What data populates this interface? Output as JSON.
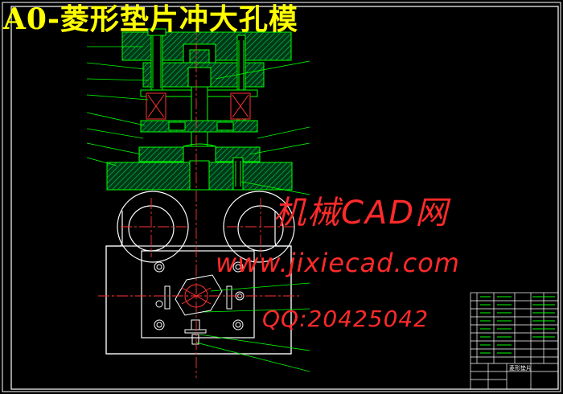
{
  "title": "A0-菱形垫片冲大孔模",
  "watermark": {
    "site_name": "机械CAD网",
    "url": "www.jixiecad.com",
    "qq": "QQ:20425042"
  },
  "title_block": {
    "drawing_name": "菱形垫片"
  },
  "colors": {
    "background": "#000000",
    "frame": "#ffffff",
    "outline": "#00ff00",
    "hatch": "#00cc66",
    "centerline": "#ff3333",
    "leader": "#00ff00",
    "title_text": "#ffff00",
    "watermark": "#ff2a2a"
  }
}
